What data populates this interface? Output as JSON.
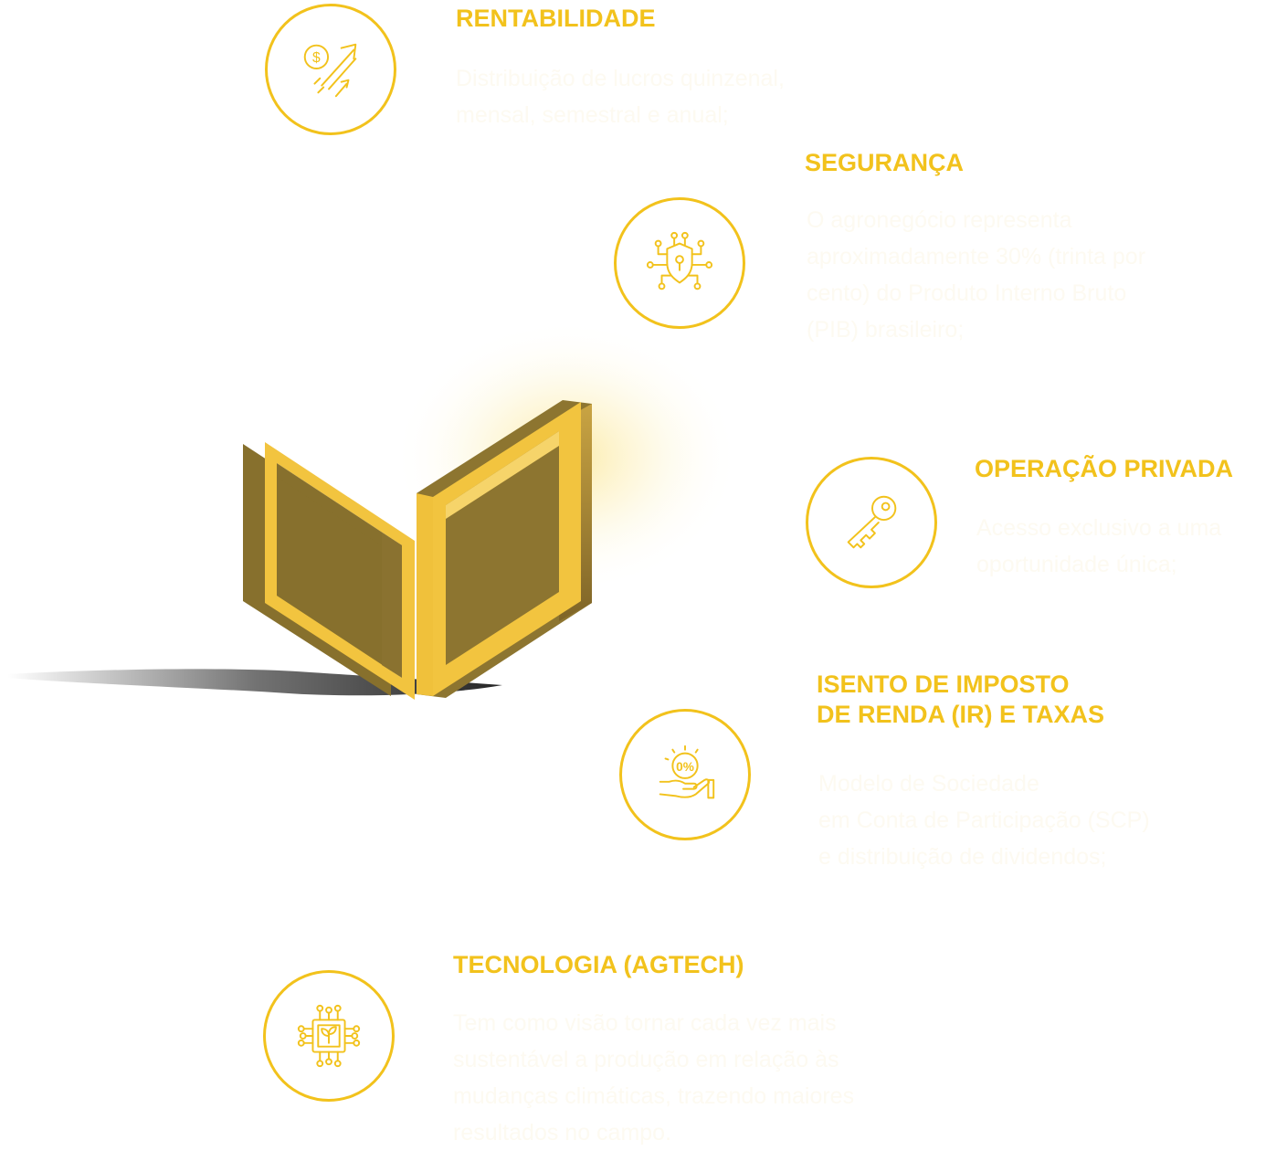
{
  "colors": {
    "accent": "#f2c21c",
    "logo_light": "#f2c43f",
    "logo_dark": "#87702d",
    "desc_text": "#fdfaf1"
  },
  "features": [
    {
      "icon": "profit-growth-icon",
      "title": [
        "RENTABILIDADE"
      ],
      "description": [
        "Distribuição de lucros quinzenal,",
        "mensal, semestral e anual;"
      ]
    },
    {
      "icon": "security-shield-icon",
      "title": [
        "SEGURANÇA"
      ],
      "description": [
        "O agronegócio representa",
        "aproximadamente 30% (trinta por",
        "cento) do Produto Interno Bruto",
        "(PIB) brasileiro;"
      ]
    },
    {
      "icon": "key-icon",
      "title": [
        "OPERAÇÃO PRIVADA"
      ],
      "description": [
        "Acesso exclusivo a uma",
        "oportunidade única;"
      ]
    },
    {
      "icon": "tax-exempt-hand-icon",
      "title": [
        "ISENTO DE IMPOSTO",
        "DE RENDA (IR) E TAXAS"
      ],
      "description": [
        "Modelo de Sociedade",
        "em Conta de Participação (SCP)",
        "e distribuição de dividendos;"
      ]
    },
    {
      "icon": "agtech-chip-icon",
      "title": [
        "TECNOLOGIA (AGTECH)"
      ],
      "description": [
        "Tem como visão tornar cada vez mais",
        "sustentável a produção em relação às",
        "mudanças climáticas, trazendo maiores",
        "resultados no campo."
      ]
    }
  ]
}
